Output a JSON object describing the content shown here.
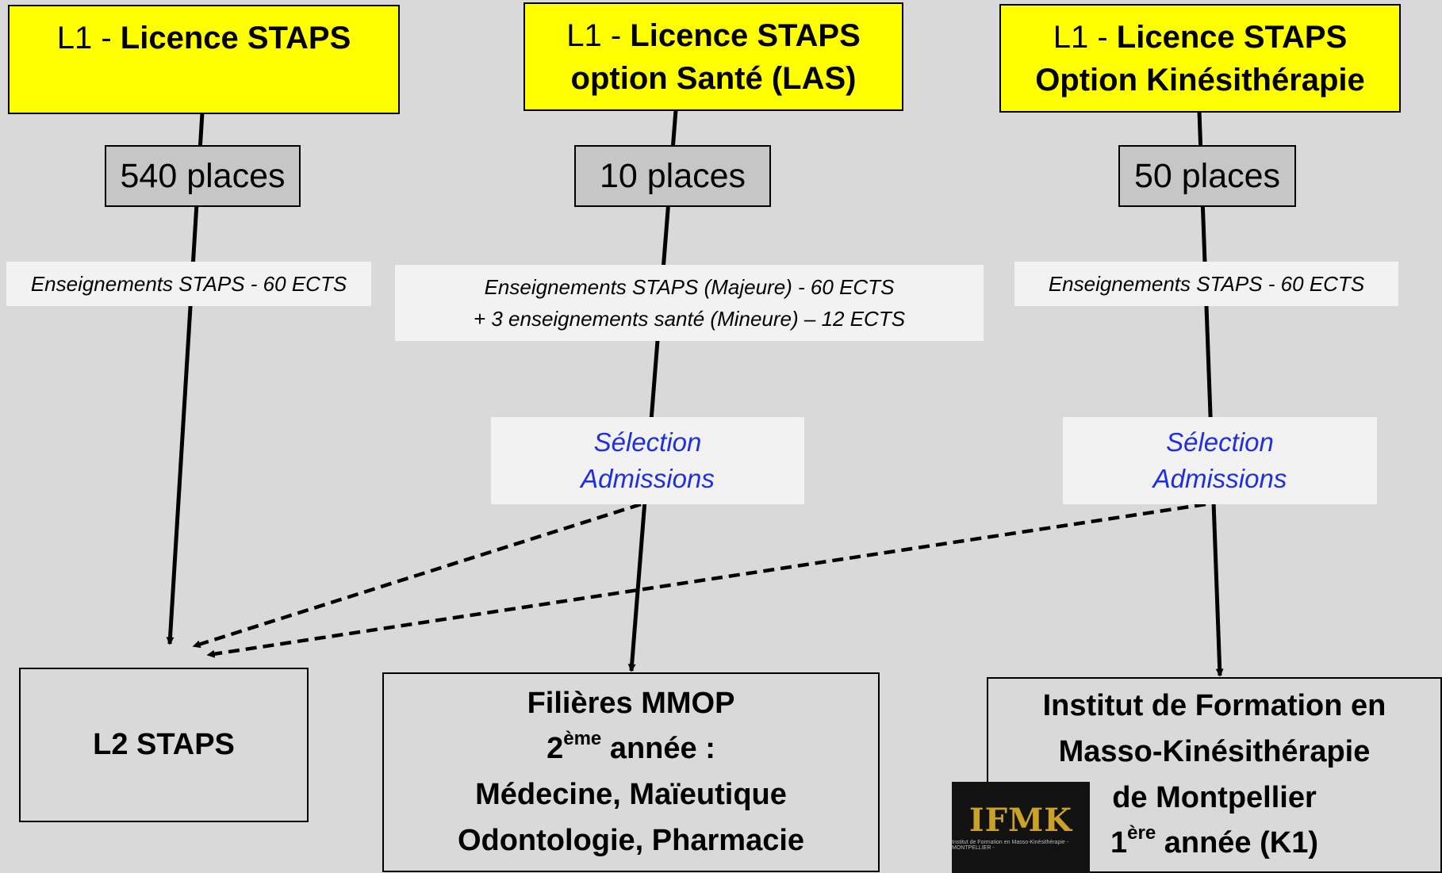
{
  "tracks": [
    {
      "header": {
        "prefix": "L1 - ",
        "lines": [
          "Licence STAPS"
        ]
      },
      "places": "540 places",
      "teaching": [
        "Enseignements STAPS - 60 ECTS"
      ]
    },
    {
      "header": {
        "prefix": "L1 - ",
        "lines": [
          "Licence STAPS",
          "option Santé (LAS)"
        ]
      },
      "places": "10 places",
      "teaching": [
        "Enseignements STAPS (Majeure) - 60 ECTS",
        "+ 3 enseignements santé (Mineure) – 12 ECTS"
      ],
      "selection": [
        "Sélection",
        "Admissions"
      ]
    },
    {
      "header": {
        "prefix": "L1 - ",
        "lines": [
          "Licence STAPS",
          "Option Kinésithérapie"
        ]
      },
      "places": "50 places",
      "teaching": [
        "Enseignements STAPS - 60 ECTS"
      ],
      "selection": [
        "Sélection",
        "Admissions"
      ]
    }
  ],
  "destinations": {
    "l2": {
      "text": "L2 STAPS"
    },
    "mmop": {
      "line1": "Filières MMOP",
      "line2_num": "2",
      "line2_sup": "ème",
      "line2_rest": " année :",
      "line3": "Médecine, Maïeutique",
      "line4": "Odontologie, Pharmacie"
    },
    "ifmk": {
      "line1": "Institut de Formation en",
      "line2": "Masso-Kinésithérapie",
      "line3": "de Montpellier",
      "line4_num": "1",
      "line4_sup": "ère",
      "line4_rest": " année (K1)"
    }
  },
  "logo": {
    "text": "IFMK",
    "tagline": "Institut de Formation en Masso-Kinésithérapie - MONTPELLIER -"
  }
}
